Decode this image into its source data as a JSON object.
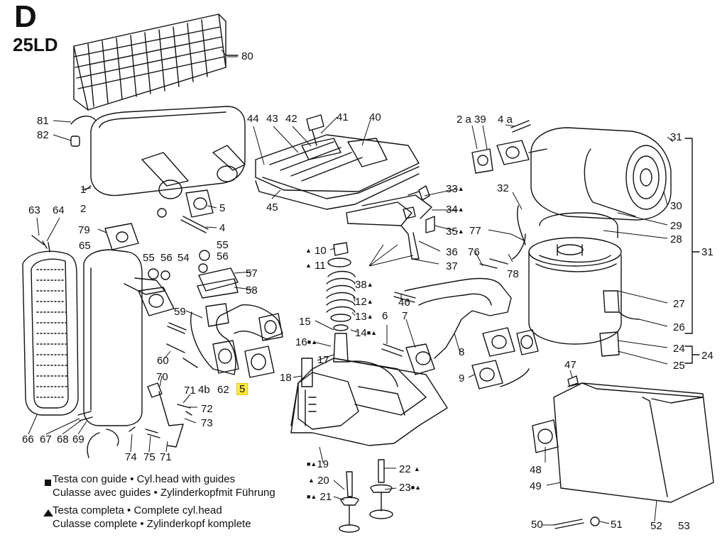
{
  "header": {
    "letter": "D",
    "model": "25LD"
  },
  "marks": {
    "square": "■",
    "triangle": "▲",
    "both": "■▲"
  },
  "labels": {
    "p80": "80",
    "p81": "81",
    "p82": "82",
    "p1": "1",
    "p2": "2",
    "p63": "63",
    "p64": "64",
    "p79": "79",
    "p65": "65",
    "p55a": "55",
    "p56a": "56",
    "p54": "54",
    "p55b": "55",
    "p56b": "56",
    "p57": "57",
    "p58": "58",
    "p59": "59",
    "p60": "60",
    "p70": "70",
    "p71a": "71",
    "p72": "72",
    "p73": "73",
    "p4b": "4b",
    "p62": "62",
    "p5hl": "5",
    "p5a": "5",
    "p4a": "4",
    "p66": "66",
    "p67": "67",
    "p68": "68",
    "p69": "69",
    "p74": "74",
    "p75": "75",
    "p71b": "71",
    "p44": "44",
    "p43": "43",
    "p42": "42",
    "p41": "41",
    "p40": "40",
    "p45": "45",
    "p10": "10",
    "p11": "11",
    "p38": "38",
    "p12": "12",
    "p13": "13",
    "p14": "14",
    "p15": "15",
    "p16": "16",
    "p17": "17",
    "p18": "18",
    "p19": "19",
    "p20": "20",
    "p21": "21",
    "p22": "22",
    "p23": "23",
    "p33": "33",
    "p34": "34",
    "p35": "35",
    "p36": "36",
    "p37": "37",
    "p46": "46",
    "p6": "6",
    "p7": "7",
    "p8": "8",
    "p9": "9",
    "p2a": "2 a",
    "p39": "39",
    "p4ab": "4 a",
    "p32": "32",
    "p77": "77",
    "p76": "76",
    "p78": "78",
    "p31a": "31",
    "p30": "30",
    "p29": "29",
    "p28": "28",
    "p31b": "31",
    "p27": "27",
    "p26": "26",
    "p24a": "24",
    "p24b": "24",
    "p25": "25",
    "p47": "47",
    "p48": "48",
    "p49": "49",
    "p50": "50",
    "p51": "51",
    "p52": "52",
    "p53": "53"
  },
  "legend": {
    "line1": "Testa con guide • Cyl.head with guides",
    "line2": "Culasse avec guides • Zylinderkopfmit Führung",
    "line3": "Testa completa • Complete cyl.head",
    "line4": "Culasse complete • Zylinderkopf komplete"
  }
}
